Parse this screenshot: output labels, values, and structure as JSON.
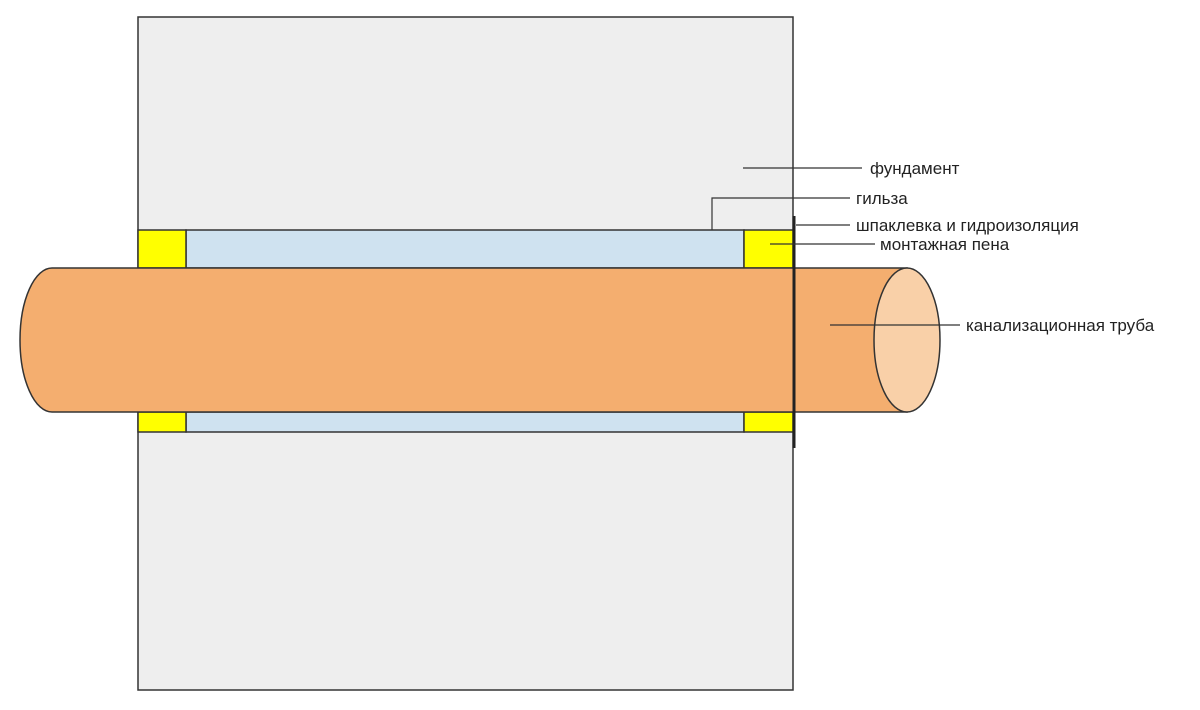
{
  "labels": {
    "foundation": "фундамент",
    "sleeve": "гильза",
    "putty_waterproofing": "шпаклевка и гидроизоляция",
    "mounting_foam": "монтажная пена",
    "sewer_pipe": "канализационная труба"
  },
  "colors": {
    "foundation": "#eeeeee",
    "sleeve": "#cfe2f0",
    "mounting_foam": "#ffff00",
    "pipe": "#f4ae6f",
    "pipe_end": "#f9d0a8",
    "outline": "#333333",
    "waterproofing": "#222222"
  }
}
